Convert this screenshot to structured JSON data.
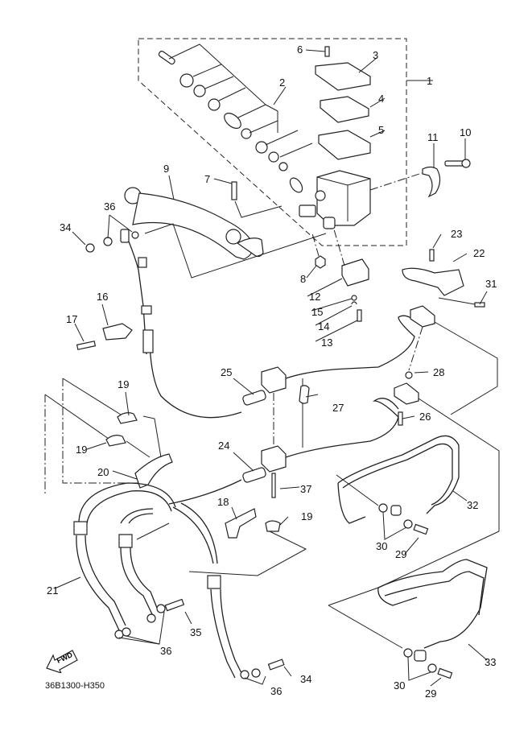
{
  "diagram": {
    "title": "Front master cylinder and brake hoses exploded view",
    "reference_code": "36B1300-H350",
    "direction_marker": "FWD",
    "callouts": [
      {
        "id": "1",
        "label": "1"
      },
      {
        "id": "2",
        "label": "2"
      },
      {
        "id": "3",
        "label": "3"
      },
      {
        "id": "4",
        "label": "4"
      },
      {
        "id": "5",
        "label": "5"
      },
      {
        "id": "6",
        "label": "6"
      },
      {
        "id": "7",
        "label": "7"
      },
      {
        "id": "8",
        "label": "8"
      },
      {
        "id": "9",
        "label": "9"
      },
      {
        "id": "10",
        "label": "10"
      },
      {
        "id": "11",
        "label": "11"
      },
      {
        "id": "12",
        "label": "12"
      },
      {
        "id": "13",
        "label": "13"
      },
      {
        "id": "14",
        "label": "14"
      },
      {
        "id": "15",
        "label": "15"
      },
      {
        "id": "16",
        "label": "16"
      },
      {
        "id": "17",
        "label": "17"
      },
      {
        "id": "18",
        "label": "18"
      },
      {
        "id": "19a",
        "label": "19"
      },
      {
        "id": "19b",
        "label": "19"
      },
      {
        "id": "19c",
        "label": "19"
      },
      {
        "id": "20",
        "label": "20"
      },
      {
        "id": "21",
        "label": "21"
      },
      {
        "id": "22",
        "label": "22"
      },
      {
        "id": "23",
        "label": "23"
      },
      {
        "id": "24",
        "label": "24"
      },
      {
        "id": "25",
        "label": "25"
      },
      {
        "id": "26",
        "label": "26"
      },
      {
        "id": "27",
        "label": "27"
      },
      {
        "id": "28",
        "label": "28"
      },
      {
        "id": "29a",
        "label": "29"
      },
      {
        "id": "29b",
        "label": "29"
      },
      {
        "id": "30a",
        "label": "30"
      },
      {
        "id": "30b",
        "label": "30"
      },
      {
        "id": "31",
        "label": "31"
      },
      {
        "id": "32",
        "label": "32"
      },
      {
        "id": "33",
        "label": "33"
      },
      {
        "id": "34a",
        "label": "34"
      },
      {
        "id": "34b",
        "label": "34"
      },
      {
        "id": "35",
        "label": "35"
      },
      {
        "id": "36a",
        "label": "36"
      },
      {
        "id": "36b",
        "label": "36"
      },
      {
        "id": "36c",
        "label": "36"
      },
      {
        "id": "37",
        "label": "37"
      }
    ]
  }
}
